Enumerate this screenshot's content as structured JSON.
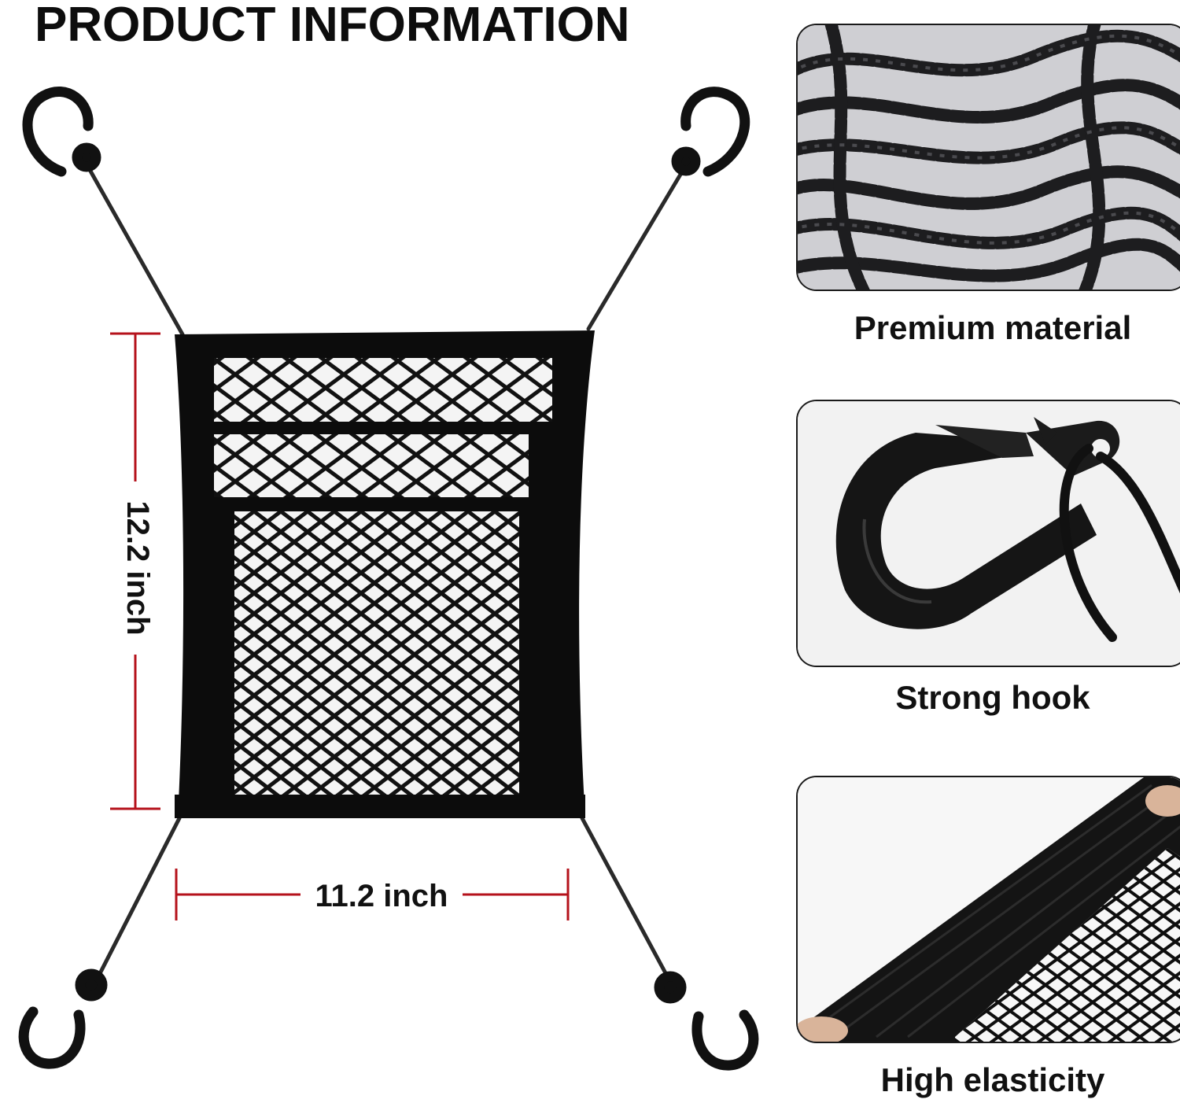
{
  "page": {
    "title": "PRODUCT INFORMATION"
  },
  "dimensions": {
    "height_label": "12.2 inch",
    "width_label": "11.2 inch",
    "line_color": "#b5121b"
  },
  "features": [
    {
      "caption": "Premium material",
      "icon": "braided-cord-photo"
    },
    {
      "caption": "Strong hook",
      "icon": "hook-photo"
    },
    {
      "caption": "High elasticity",
      "icon": "stretched-net-photo"
    }
  ],
  "colors": {
    "net": "#0c0c0c",
    "text": "#111111",
    "dimension": "#b5121b"
  }
}
